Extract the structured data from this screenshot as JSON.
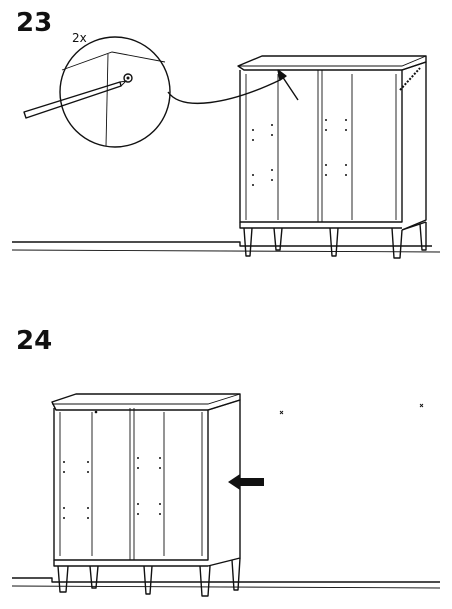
{
  "steps": [
    {
      "number": "23",
      "quantity": "2x"
    },
    {
      "number": "24"
    }
  ],
  "colors": {
    "ink": "#111111",
    "background": "#ffffff"
  },
  "icons": {
    "step23": [
      "cabinet-icon",
      "nail-icon",
      "hammer-icon",
      "arrow-icon"
    ],
    "step24": [
      "cabinet-icon",
      "push-arrow-icon"
    ]
  }
}
